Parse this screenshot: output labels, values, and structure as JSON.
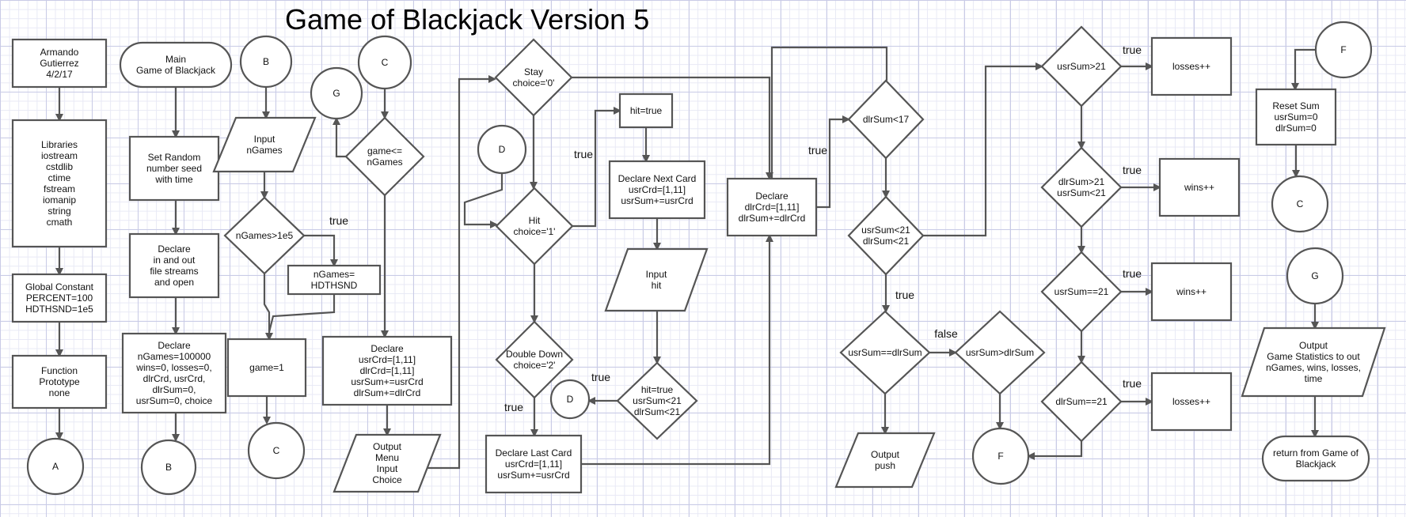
{
  "title": "Game of Blackjack Version 5",
  "nodes": {
    "author": {
      "lines": [
        "Armando",
        "Gutierrez",
        "4/2/17"
      ]
    },
    "libraries": {
      "lines": [
        "Libraries",
        "iostream",
        "cstdlib",
        "ctime",
        "fstream",
        "iomanip",
        "string",
        "cmath"
      ]
    },
    "globalconst": {
      "lines": [
        "Global Constant",
        "PERCENT=100",
        "HDTHSND=1e5"
      ]
    },
    "funcproto": {
      "lines": [
        "Function",
        "Prototype",
        "none"
      ]
    },
    "conn_a": {
      "lines": [
        "A"
      ]
    },
    "main": {
      "lines": [
        "Main",
        "Game of Blackjack"
      ]
    },
    "setrandom": {
      "lines": [
        "Set Random",
        "number seed",
        "with time"
      ]
    },
    "declstreams": {
      "lines": [
        "Declare",
        "in and out",
        "file streams",
        "and open"
      ]
    },
    "declvars": {
      "lines": [
        "Declare",
        "nGames=100000",
        "wins=0, losses=0,",
        "dlrCrd, usrCrd,",
        "dlrSum=0,",
        "usrSum=0, choice"
      ]
    },
    "conn_b_out": {
      "lines": [
        "B"
      ]
    },
    "conn_b_in": {
      "lines": [
        "B"
      ]
    },
    "inputngames": {
      "lines": [
        "Input",
        "nGames"
      ]
    },
    "ngamesgt": {
      "lines": [
        "nGames>1e5"
      ]
    },
    "setngames": {
      "lines": [
        "nGames=",
        "HDTHSND"
      ]
    },
    "gameinit": {
      "lines": [
        "game=1"
      ]
    },
    "conn_c_out": {
      "lines": [
        "C"
      ]
    },
    "conn_c_in": {
      "lines": [
        "C"
      ]
    },
    "conn_g_out": {
      "lines": [
        "G"
      ]
    },
    "gameloop": {
      "lines": [
        "game<=",
        "nGames"
      ]
    },
    "declcards": {
      "lines": [
        "Declare",
        "usrCrd=[1,11]",
        "dlrCrd=[1,11]",
        "usrSum+=usrCrd",
        "dlrSum+=dlrCrd"
      ]
    },
    "outputmenu": {
      "lines": [
        "Output",
        "Menu",
        "Input",
        "Choice"
      ]
    },
    "stay": {
      "lines": [
        "Stay",
        "choice='0'"
      ]
    },
    "conn_d_in": {
      "lines": [
        "D"
      ]
    },
    "hit": {
      "lines": [
        "Hit",
        "choice='1'"
      ]
    },
    "doubledown": {
      "lines": [
        "Double Down",
        "choice='2'"
      ]
    },
    "lastcard": {
      "lines": [
        "Declare Last Card",
        "usrCrd=[1,11]",
        "usrSum+=usrCrd"
      ]
    },
    "hittrue": {
      "lines": [
        "hit=true"
      ]
    },
    "nextcard": {
      "lines": [
        "Declare Next Card",
        "usrCrd=[1,11]",
        "usrSum+=usrCrd"
      ]
    },
    "inputhit": {
      "lines": [
        "Input",
        "hit"
      ]
    },
    "hitcheck": {
      "lines": [
        "hit=true",
        "usrSum<21",
        "dlrSum<21"
      ]
    },
    "conn_d_out": {
      "lines": [
        "D"
      ]
    },
    "dlrdeclare": {
      "lines": [
        "Declare",
        "dlrCrd=[1,11]",
        "dlrSum+=dlrCrd"
      ]
    },
    "dlrlt17": {
      "lines": [
        "dlrSum<17"
      ]
    },
    "bothlt21": {
      "lines": [
        "usrSum<21",
        "dlrSum<21"
      ]
    },
    "usreqdlr": {
      "lines": [
        "usrSum==dlrSum"
      ]
    },
    "usrgtdlr": {
      "lines": [
        "usrSum>dlrSum"
      ]
    },
    "outputpush": {
      "lines": [
        "Output",
        "push"
      ]
    },
    "conn_f_out": {
      "lines": [
        "F"
      ]
    },
    "usrgt21": {
      "lines": [
        "usrSum>21"
      ]
    },
    "losses1": {
      "lines": [
        "losses++"
      ]
    },
    "dlrgt21": {
      "lines": [
        "dlrSum>21",
        "usrSum<21"
      ]
    },
    "wins1": {
      "lines": [
        "wins++"
      ]
    },
    "usreq21": {
      "lines": [
        "usrSum==21"
      ]
    },
    "wins2": {
      "lines": [
        "wins++"
      ]
    },
    "dlreq21": {
      "lines": [
        "dlrSum==21"
      ]
    },
    "losses2": {
      "lines": [
        "losses++"
      ]
    },
    "conn_f_in": {
      "lines": [
        "F"
      ]
    },
    "resetsum": {
      "lines": [
        "Reset Sum",
        "usrSum=0",
        "dlrSum=0"
      ]
    },
    "conn_c_out2": {
      "lines": [
        "C"
      ]
    },
    "conn_g_in": {
      "lines": [
        "G"
      ]
    },
    "outputstats": {
      "lines": [
        "Output",
        "Game Statistics to out",
        "nGames, wins, losses,",
        "time"
      ]
    },
    "returnmain": {
      "lines": [
        "return from Game of",
        "Blackjack"
      ]
    }
  },
  "edge_labels": {
    "ngames_true": "true",
    "hit_true": "true",
    "doubledown_true": "true",
    "hitcheck_true": "true",
    "dlrlt17_true": "true",
    "bothlt21_true": "true",
    "usreqdlr_false": "false",
    "usrgt21_true": "true",
    "dlrgt21_true": "true",
    "usreq21_true": "true",
    "dlreq21_true": "true"
  }
}
